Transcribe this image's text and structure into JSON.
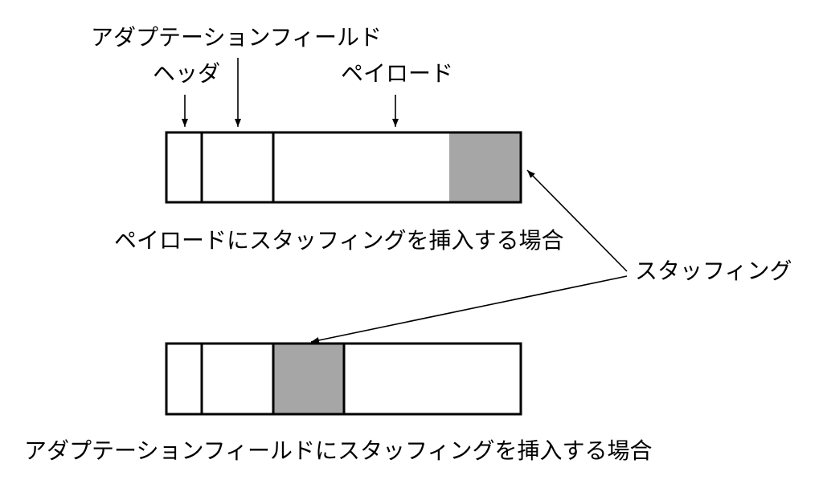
{
  "labels": {
    "adaptation_field": "アダプテーションフィールド",
    "header": "ヘッダ",
    "payload": "ペイロード",
    "stuffing": "スタッフィング"
  },
  "captions": {
    "case_payload": "ペイロードにスタッフィングを挿入する場合",
    "case_adaptation": "アダプテーションフィールドにスタッフィングを挿入する場合"
  },
  "colors": {
    "stroke": "#000000",
    "stuffing_fill": "#a6a6a6",
    "background": "#ffffff"
  }
}
